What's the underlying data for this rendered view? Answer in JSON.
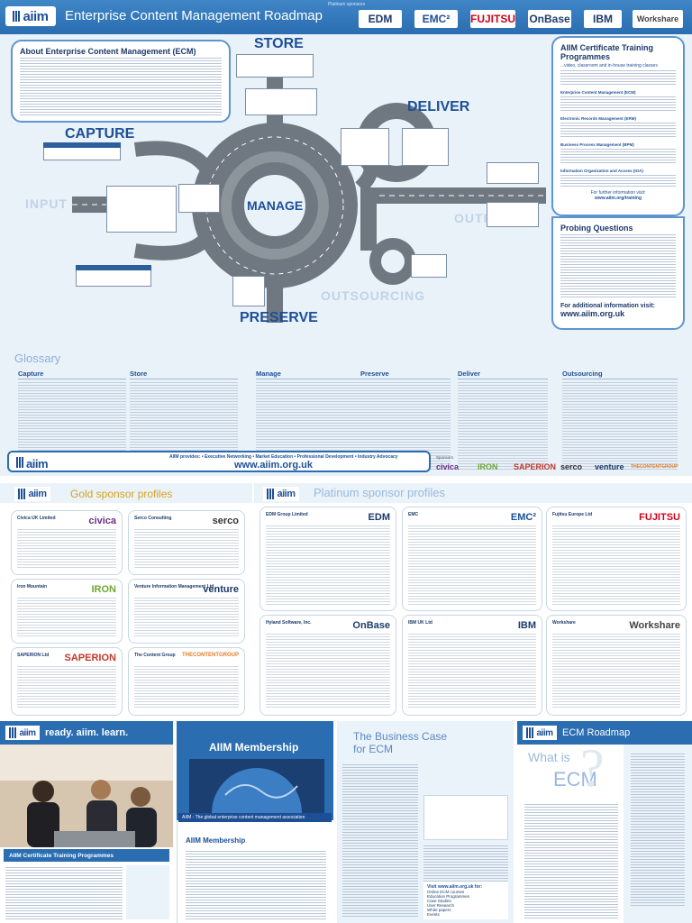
{
  "header": {
    "logo": "aiim",
    "title": "Enterprise Content Management Roadmap",
    "sponsor_tag": "Platinum sponsors",
    "sponsors": [
      {
        "name": "EDM",
        "color": "#1b3a6b"
      },
      {
        "name": "EMC²",
        "color": "#1d4f96"
      },
      {
        "name": "FUJITSU",
        "color": "#d0021b"
      },
      {
        "name": "OnBase",
        "color": "#1d3d6e"
      },
      {
        "name": "IBM",
        "color": "#1d3d6e"
      },
      {
        "name": "Workshare",
        "color": "#444444"
      }
    ]
  },
  "about": {
    "title": "About Enterprise Content Management (ECM)"
  },
  "roadmap": {
    "labels": {
      "store": "STORE",
      "capture": "CAPTURE",
      "manage": "MANAGE",
      "deliver": "DELIVER",
      "preserve": "PRESERVE",
      "input": "INPUT",
      "output": "OUTPUT",
      "outsourcing": "OUTSOURCING"
    }
  },
  "training": {
    "title": "AIIM Certificate Training Programmes",
    "subtitle": "...video, classroom and in-house training classes",
    "headings": [
      "Enterprise Content Management (ECM)",
      "Electronic Records Management (ERM)",
      "Business Process Management (BPM)",
      "Information Organization and Access (IOA)"
    ],
    "footer": "For further information visit:",
    "url": "www.aiim.org/training"
  },
  "probing": {
    "title": "Probing Questions",
    "more": "For additional information visit:",
    "url": "www.aiim.org.uk"
  },
  "glossary": {
    "title": "Glossary",
    "columns": [
      "Capture",
      "Store",
      "Manage",
      "Preserve",
      "Deliver",
      "Outsourcing"
    ]
  },
  "aiim_strip": {
    "logo": "aiim",
    "provides": "AIIM provides: • Executive Networking • Market Education • Professional Development • Industry Advocacy",
    "url": "www.aiim.org.uk",
    "sponsors_label": "Sponsors",
    "sponsors": [
      {
        "name": "civica",
        "color": "#6a2f84"
      },
      {
        "name": "IRON",
        "color": "#6ea832"
      },
      {
        "name": "SAPERION",
        "color": "#c0392b"
      },
      {
        "name": "serco",
        "color": "#333333"
      },
      {
        "name": "venture",
        "color": "#1b3a6b"
      },
      {
        "name": "THECONTENTGROUP",
        "color": "#e67e22"
      }
    ]
  },
  "gold": {
    "logo": "aiim",
    "title": "Gold sponsor profiles",
    "cards": [
      {
        "name": "Civica UK Limited",
        "logo": "civica",
        "color": "#6a2f84"
      },
      {
        "name": "Serco Consulting",
        "logo": "serco",
        "color": "#333333"
      },
      {
        "name": "Iron Mountain",
        "logo": "IRON",
        "color": "#6ea832"
      },
      {
        "name": "Venture Information Management Ltd",
        "logo": "venture",
        "color": "#1b3a6b"
      },
      {
        "name": "SAPERION Ltd",
        "logo": "SAPERION",
        "color": "#c0392b"
      },
      {
        "name": "The Content Group",
        "logo": "THECONTENTGROUP",
        "color": "#e67e22"
      }
    ]
  },
  "platinum": {
    "logo": "aiim",
    "title": "Platinum sponsor profiles",
    "cards": [
      {
        "name": "EDM Group Limited",
        "logo": "EDM",
        "color": "#1b3a6b"
      },
      {
        "name": "EMC",
        "logo": "EMC²",
        "color": "#1d4f96"
      },
      {
        "name": "Fujitsu Europe Ltd",
        "logo": "FUJITSU",
        "color": "#d0021b"
      },
      {
        "name": "Hyland Software, Inc.",
        "logo": "OnBase",
        "color": "#1d3d6e"
      },
      {
        "name": "IBM UK Ltd",
        "logo": "IBM",
        "color": "#1d3d6e"
      },
      {
        "name": "Workshare",
        "logo": "Workshare",
        "color": "#444444"
      }
    ]
  },
  "bottom": {
    "ready": {
      "logo": "aiim",
      "title": "ready. aiim. learn.",
      "caption": "AIIM Certificate Training Programmes"
    },
    "membership": {
      "title": "AIIM Membership",
      "tagline": "AIIM - The global enterprise content management association",
      "section": "AIIM Membership"
    },
    "business": {
      "title": "The Business Case for ECM",
      "list_title": "Visit www.aiim.org.uk for:",
      "list": [
        "Online ECM courses",
        "Education Programmes",
        "Case Studies",
        "User Research",
        "White papers",
        "Events"
      ]
    },
    "roadmap": {
      "logo": "aiim",
      "title": "ECM Roadmap",
      "what": "What is",
      "ecm": "ECM",
      "qmark": "?"
    }
  }
}
